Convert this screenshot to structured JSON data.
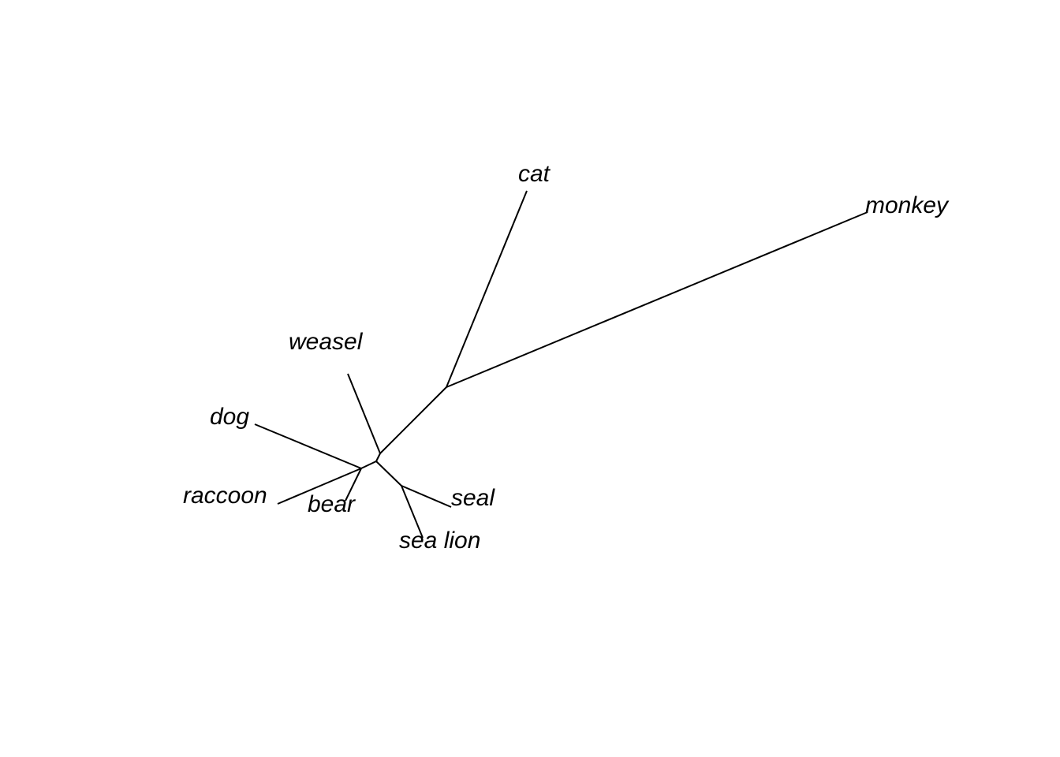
{
  "tree": {
    "type": "unrooted",
    "tips": [
      {
        "id": "cat",
        "label": "cat"
      },
      {
        "id": "monkey",
        "label": "monkey"
      },
      {
        "id": "weasel",
        "label": "weasel"
      },
      {
        "id": "dog",
        "label": "dog"
      },
      {
        "id": "raccoon",
        "label": "raccoon"
      },
      {
        "id": "bear",
        "label": "bear"
      },
      {
        "id": "seal",
        "label": "seal"
      },
      {
        "id": "sea_lion",
        "label": "sea lion"
      }
    ]
  },
  "colors": {
    "branch": "#000000",
    "label": "#000000",
    "background": "#ffffff"
  }
}
